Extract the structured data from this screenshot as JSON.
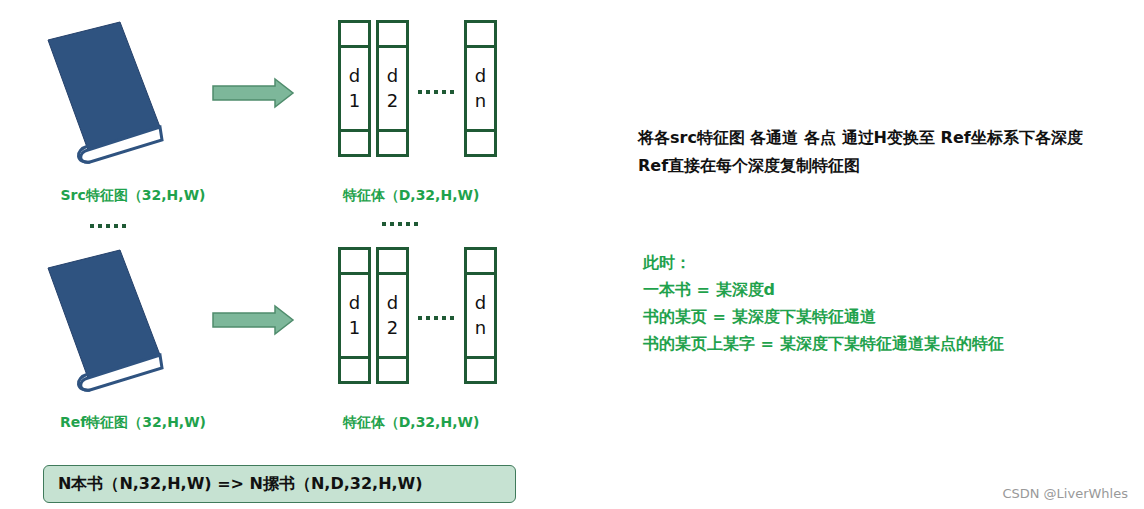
{
  "diagram": {
    "nodes": [
      {
        "text": [
          "d 1"
        ]
      },
      {
        "text": [
          "d 2"
        ]
      },
      {
        "text": [
          "d n"
        ]
      },
      {
        "text": [
          "d 1"
        ]
      },
      {
        "text": [
          "d 2"
        ]
      },
      {
        "text": [
          "d n"
        ]
      },
      {
        "text": [
          "N本书（N,32,H,W) => N摞书（N,D,32,H,W)"
        ]
      }
    ],
    "labels": [
      "Src特征图（32,H,W)",
      "特征体（D,32,H,W)",
      "Ref特征图（32,H,W)",
      "特征体（D,32,H,W)",
      "将各src特征图 各通道 各点 通过H变换至 Ref坐标系下各深度",
      "Ref直接在每个深度复制特征图",
      "此时：",
      "一本书 = 某深度d",
      "书的某页 = 某深度下某特征通道",
      "书的某页上某字 =  某深度下某特征通道某点的特征",
      "CSDN @LiverWhles"
    ]
  }
}
